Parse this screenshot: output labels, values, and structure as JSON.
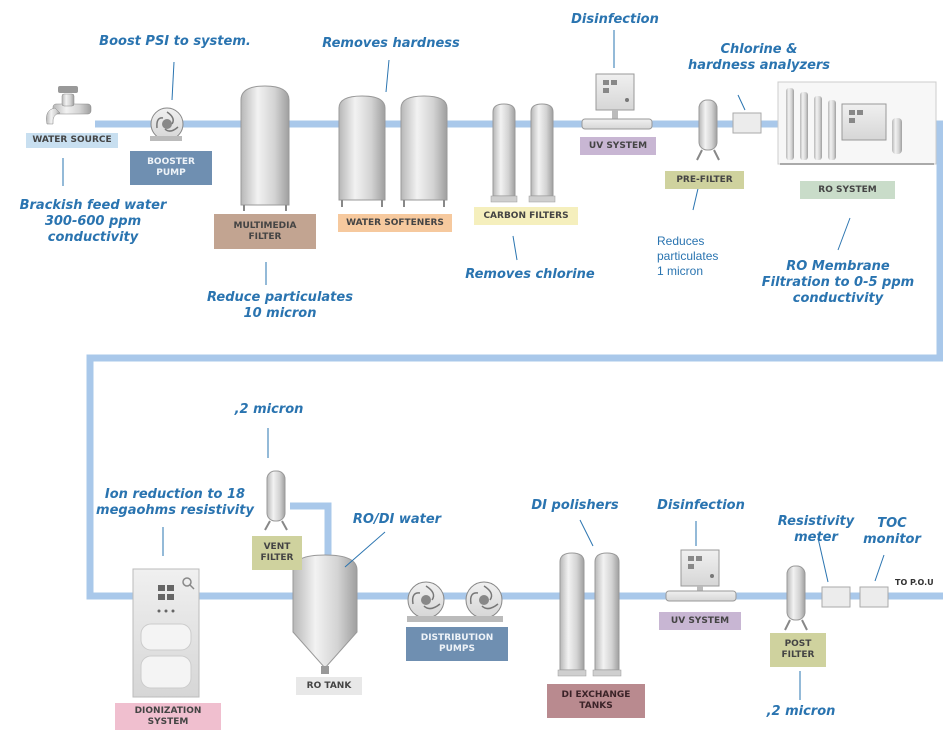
{
  "colors": {
    "pipe": "#a9c8ea",
    "note_text": "#2a74b0",
    "tag_blue_light": "#c8dff0",
    "tag_blue_dark": "#6f8fb1",
    "tag_tan": "#c2a491",
    "tag_orange": "#f6c99e",
    "tag_yellow": "#f5efbd",
    "tag_purple": "#c8b6d3",
    "tag_olive": "#cfd29e",
    "tag_green": "#c9dcc9",
    "tag_pink": "#f0bfcf",
    "tag_maroon": "#b98a8f",
    "equipment": "#c9c9c9"
  },
  "labels": {
    "water_source": "WATER SOURCE",
    "booster_pump": "BOOSTER PUMP",
    "multimedia_filter": "MULTIMEDIA FILTER",
    "water_softeners": "WATER SOFTENERS",
    "carbon_filters": "CARBON FILTERS",
    "uv_system_1": "UV SYSTEM",
    "pre_filter": "PRE-FILTER",
    "ro_system": "RO SYSTEM",
    "vent_filter": "VENT FILTER",
    "dionization_system": "DIONIZATION SYSTEM",
    "ro_tank": "RO TANK",
    "distribution_pumps": "DISTRIBUTION PUMPS",
    "di_exchange_tanks": "DI EXCHANGE TANKS",
    "uv_system_2": "UV SYSTEM",
    "post_filter": "POST FILTER",
    "to_pou": "TO P.O.U"
  },
  "notes": {
    "boost_psi": "Boost PSI to system.",
    "removes_hardness": "Removes hardness",
    "disinfection_1": "Disinfection",
    "chlorine_hardness": "Chlorine &\nhardness analyzers",
    "brackish": "Brackish feed water\n300-600 ppm\nconductivity",
    "reduce_particulates_10": "Reduce particulates\n10 micron",
    "removes_chlorine": "Removes chlorine",
    "reduces_1_micron": "Reduces\nparticulates\n1 micron",
    "ro_membrane": "RO Membrane\nFiltration to 0-5 ppm\nconductivity",
    "two_micron_vent": ",2 micron",
    "ion_reduction": "Ion reduction to 18\nmegaohms resistivity",
    "ro_di_water": "RO/DI water",
    "di_polishers": "DI polishers",
    "disinfection_2": "Disinfection",
    "resistivity_meter": "Resistivity\nmeter",
    "toc_monitor": "TOC\nmonitor",
    "two_micron_post": ",2 micron"
  }
}
